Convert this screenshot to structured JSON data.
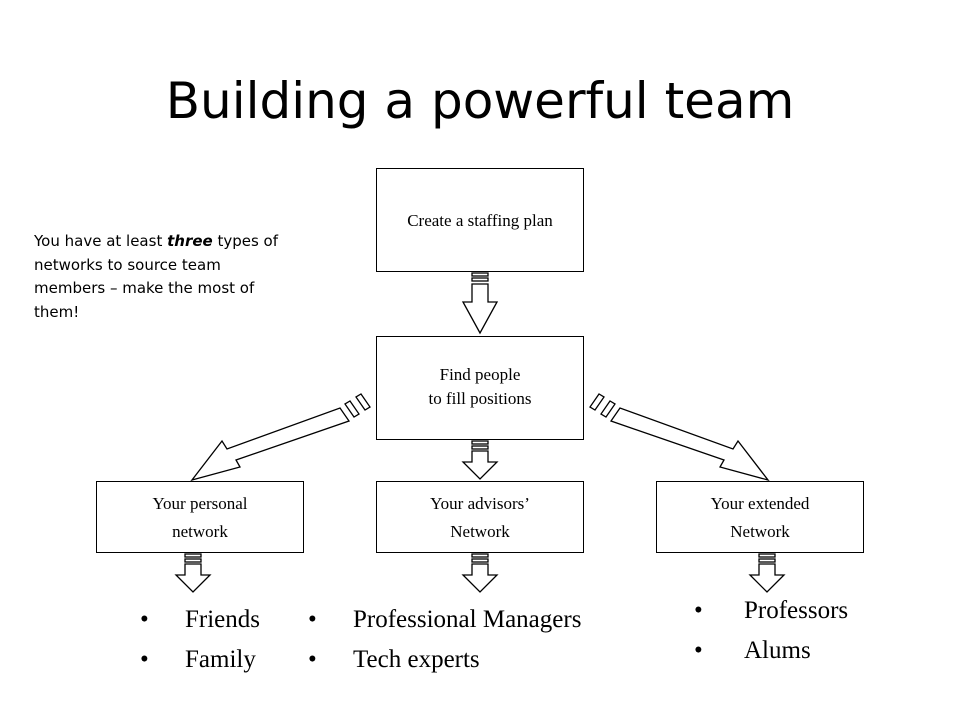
{
  "title": "Building a powerful team",
  "note": {
    "part1": "You have at least ",
    "emphasis": "three",
    "part2": " types of networks to source team members – make the most of them!"
  },
  "boxes": {
    "staffing": "Create a staffing plan",
    "find": {
      "line1": "Find people",
      "line2": "to fill positions"
    },
    "personal": {
      "line1": "Your personal",
      "line2": "network"
    },
    "advisors": {
      "line1": "Your advisors’",
      "line2": "Network"
    },
    "extended": {
      "line1": "Your extended",
      "line2": "Network"
    }
  },
  "bullets": {
    "bullet_char": "•",
    "personal": [
      "Friends",
      "Family"
    ],
    "advisors": [
      "Professional Managers",
      "Tech experts"
    ],
    "extended": [
      "Professors",
      "Alums"
    ]
  }
}
